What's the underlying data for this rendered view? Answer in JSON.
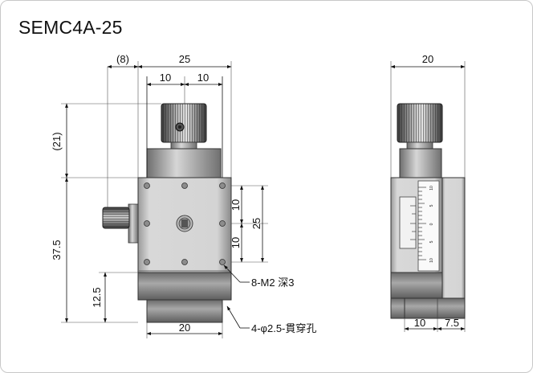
{
  "title": "SEMC4A-25",
  "front_view": {
    "dims": {
      "offset_top": "(8)",
      "width_top": "25",
      "half_left": "10",
      "half_right": "10",
      "height_knob": "(21)",
      "height_body": "37.5",
      "height_base": "12.5",
      "hole_pitch_upper": "10",
      "hole_pitch_lower": "10",
      "hole_span": "25",
      "base_width": "20"
    },
    "notes": {
      "tapped_holes": "8-M2 深3",
      "through_holes": "4-φ2.5-貫穿孔"
    }
  },
  "side_view": {
    "dims": {
      "width": "20",
      "offset_bottom": "10",
      "flange": "7.5"
    },
    "scale_ticks": [
      "10",
      "5",
      "0",
      "5",
      "10"
    ]
  },
  "colors": {
    "metal_dark": "#2b2b2b",
    "metal_mid": "#8e8e8e",
    "metal_light": "#d9d9d9",
    "line": "#111111"
  }
}
